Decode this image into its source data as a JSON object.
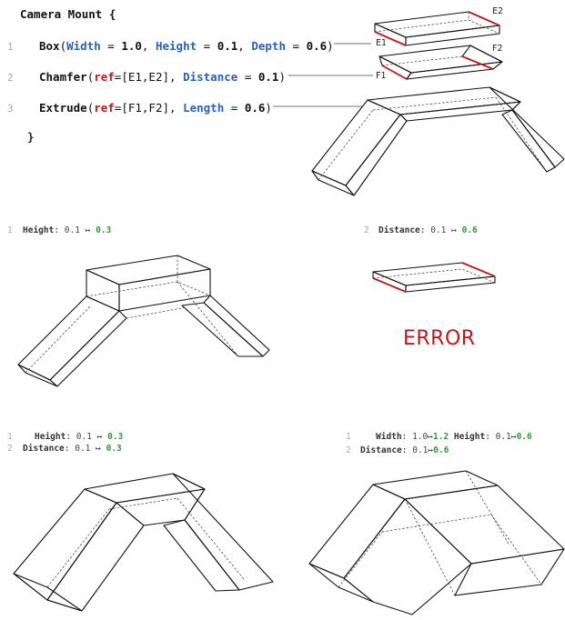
{
  "program": {
    "title": "Camera Mount {",
    "closing": "}",
    "lines": [
      {
        "num": "1",
        "fn": "Box",
        "params": [
          {
            "key": "Width",
            "value": "1.0"
          },
          {
            "key": "Height",
            "value": "0.1"
          },
          {
            "key": "Depth",
            "value": "0.6"
          }
        ]
      },
      {
        "num": "2",
        "fn": "Chamfer",
        "ref": "[E1,E2]",
        "params": [
          {
            "key": "Distance",
            "value": "0.1"
          }
        ]
      },
      {
        "num": "3",
        "fn": "Extrude",
        "ref": "[F1,F2]",
        "params": [
          {
            "key": "Length",
            "value": "0.6"
          }
        ]
      }
    ]
  },
  "labels": {
    "e1": "E1",
    "e2": "E2",
    "f1": "F1",
    "f2": "F2"
  },
  "variants": [
    {
      "edits": [
        {
          "line": "1",
          "items": [
            {
              "key": "Height",
              "old": "0.1",
              "new": "0.3"
            }
          ]
        }
      ]
    },
    {
      "edits": [
        {
          "line": "2",
          "items": [
            {
              "key": "Distance",
              "old": "0.1",
              "new": "0.6"
            }
          ]
        }
      ],
      "result": "ERROR"
    },
    {
      "edits": [
        {
          "line": "1",
          "items": [
            {
              "key": "Height",
              "old": "0.1",
              "new": "0.3"
            }
          ]
        },
        {
          "line": "2",
          "items": [
            {
              "key": "Distance",
              "old": "0.1",
              "new": "0.3"
            }
          ]
        }
      ]
    },
    {
      "edits": [
        {
          "line": "1",
          "items": [
            {
              "key": "Width",
              "old": "1.0",
              "new": "1.2"
            },
            {
              "key": "Height",
              "old": "0.1",
              "new": "0.6"
            }
          ]
        },
        {
          "line": "2",
          "items": [
            {
              "key": "Distance",
              "old": "0.1",
              "new": "0.6"
            }
          ]
        }
      ]
    }
  ],
  "syntax": {
    "arrow": "↦",
    "assign": " = ",
    "sep": ", ",
    "colon": ": ",
    "open": "(",
    "close": ")",
    "refkey": "ref",
    "refeq": "="
  },
  "colors": {
    "keyword": "#2a62b8",
    "ref": "#c0171c",
    "new_value": "#2e9a33",
    "error": "#c0171c"
  }
}
